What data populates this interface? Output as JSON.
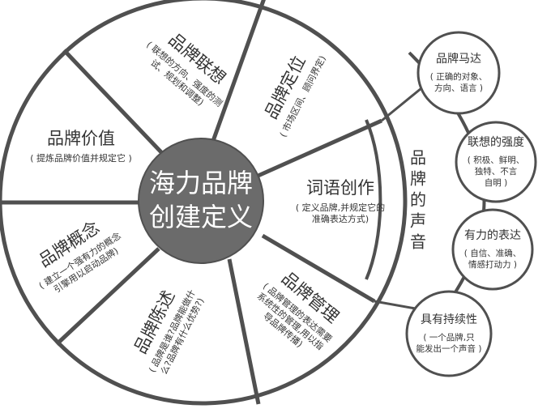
{
  "center": {
    "line1": "海力品牌",
    "line2": "创建定义"
  },
  "segments": [
    {
      "id": "lexical",
      "title": "词语创作",
      "sub": [
        "( 定义品牌,并规定它的",
        "准确表达方式)"
      ]
    },
    {
      "id": "positioning",
      "title": "品牌定位",
      "sub": [
        "( 市场区间、顾问界定)"
      ]
    },
    {
      "id": "association",
      "title": "品牌联想",
      "sub": [
        "( 联想的方向、强度的测",
        "试、规划和调整)"
      ]
    },
    {
      "id": "value",
      "title": "品牌价值",
      "sub": [
        "( 提炼品牌价值并规定它 )"
      ]
    },
    {
      "id": "concept",
      "title": "品牌概念",
      "sub": [
        "( 建立一个强有力的概念",
        "引擎用以启动品牌)"
      ]
    },
    {
      "id": "statement",
      "title": "品牌陈述",
      "sub": [
        "( 品牌是谁?品牌能做什",
        "么?品牌有什么优势?)"
      ]
    },
    {
      "id": "management",
      "title": "品牌管理",
      "sub": [
        "( 品牌管理的表达需要",
        "系统性的管理,用以指",
        "导品牌传播)"
      ]
    }
  ],
  "voice_label": [
    "品",
    "牌",
    "的",
    "声",
    "音"
  ],
  "right_circles": [
    {
      "id": "motor",
      "title": "品牌马达",
      "sub": [
        "( 正确的对象、",
        "方向、语言 )"
      ]
    },
    {
      "id": "strength",
      "title": "联想的强度",
      "sub": [
        "( 积极、鲜明、",
        "独特、不言",
        "自明 )"
      ]
    },
    {
      "id": "expression",
      "title": "有力的表达",
      "sub": [
        "( 自信、准确、",
        "情感打动力 )"
      ]
    },
    {
      "id": "sustain",
      "title": "具有持续性",
      "sub": [
        "( 一个品牌,只",
        "能发出一个声音 )"
      ]
    }
  ],
  "colors": {
    "line": "#505050",
    "center_fill": "#6b6b6b",
    "center_text": "#ffffff",
    "text": "#333333"
  }
}
